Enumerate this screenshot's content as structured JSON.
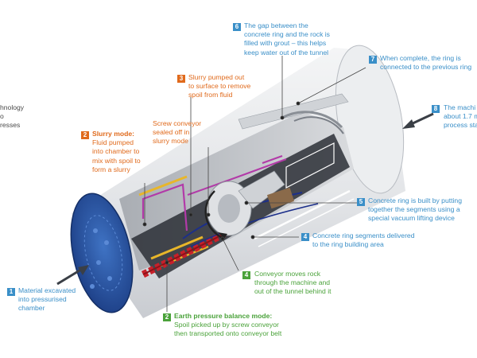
{
  "colors": {
    "blue": "#3a8fc8",
    "orange": "#e06a1c",
    "green": "#4aa23a"
  },
  "left_cutoff": [
    "hnology",
    "o",
    "resses"
  ],
  "callouts": {
    "c1": {
      "num": "1",
      "lines": [
        "Material excavated",
        "into pressurised",
        "chamber"
      ]
    },
    "c2a": {
      "num": "2",
      "heading": "Slurry mode:",
      "lines": [
        "Fluid pumped",
        "into chamber to",
        "mix with spoil to",
        "form a slurry"
      ]
    },
    "c2b": {
      "num": "2",
      "heading": "Earth pressure balance mode:",
      "lines": [
        "Spoil picked up by screw conveyor",
        "then transported onto conveyor belt"
      ]
    },
    "c3": {
      "num": "3",
      "lines": [
        "Slurry pumped out",
        "to surface to remove",
        "spoil from fluid"
      ]
    },
    "screw": {
      "lines": [
        "Screw conveyor",
        "sealed off in",
        "slurry mode"
      ]
    },
    "c4a": {
      "num": "4",
      "lines": [
        "Concrete ring segments delivered",
        "to the ring building area"
      ]
    },
    "c4b": {
      "num": "4",
      "lines": [
        "Conveyor moves rock",
        "through the machine and",
        "out of the tunnel behind it"
      ]
    },
    "c5": {
      "num": "5",
      "lines": [
        "Concrete ring is built by putting",
        "together the segments using a",
        "special vacuum lifting device"
      ]
    },
    "c6": {
      "num": "6",
      "lines": [
        "The gap between the",
        "concrete ring and the rock is",
        "filled with grout – this helps",
        "keep water out of the tunnel"
      ]
    },
    "c7": {
      "num": "7",
      "lines": [
        "When complete, the ring is",
        "connected to the previous ring"
      ]
    },
    "c8": {
      "num": "8",
      "lines": [
        "The machi",
        "about 1.7 m",
        "process sta"
      ]
    }
  }
}
